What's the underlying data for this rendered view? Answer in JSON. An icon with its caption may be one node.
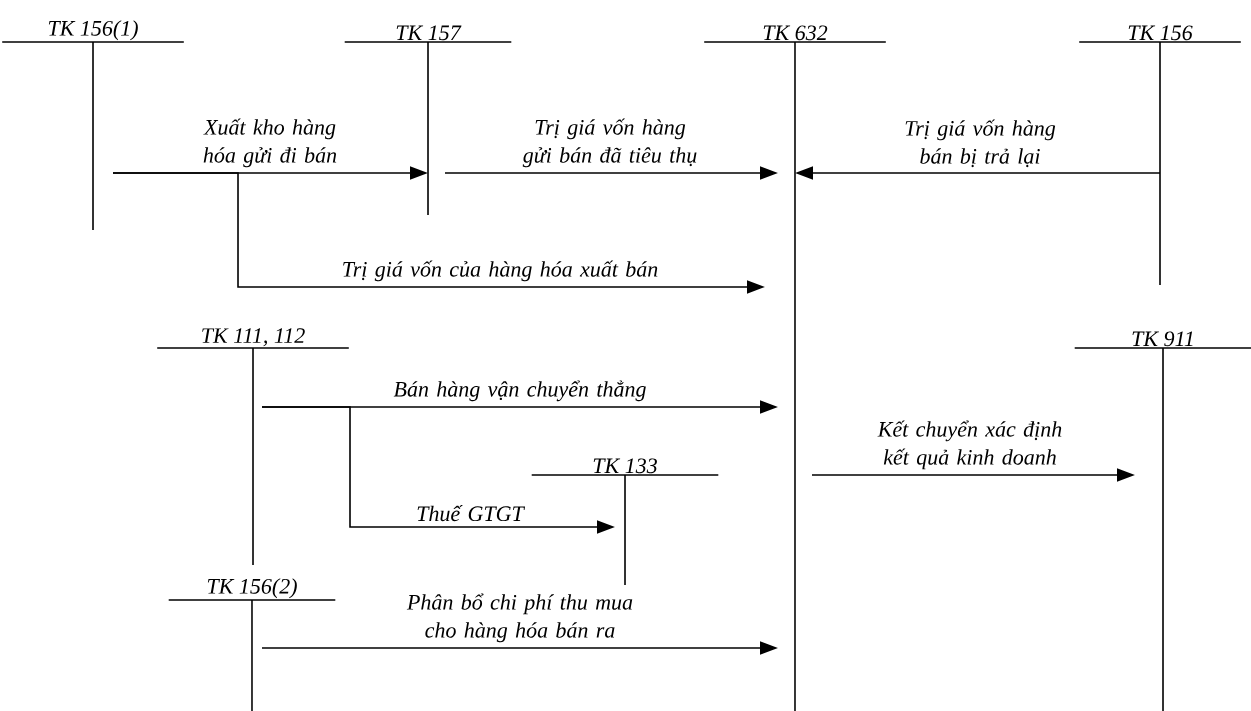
{
  "diagram": {
    "nodes": [
      {
        "text": [
          "TK 156(1)"
        ]
      },
      {
        "text": [
          "TK 157"
        ]
      },
      {
        "text": [
          "TK 632"
        ]
      },
      {
        "text": [
          "TK 156"
        ]
      },
      {
        "text": [
          "TK 111, 112"
        ]
      },
      {
        "text": [
          "TK 911"
        ]
      },
      {
        "text": [
          "TK 133"
        ]
      },
      {
        "text": [
          "TK 156(2)"
        ]
      }
    ],
    "edges": [
      {
        "from": 0,
        "to": 1,
        "arrow": "to",
        "label": "Xuất kho hàng hóa gửi đi bán"
      },
      {
        "from": 0,
        "to": 2,
        "arrow": "to",
        "label": "Trị giá vốn của hàng hóa xuất bán"
      },
      {
        "from": 1,
        "to": 2,
        "arrow": "to",
        "label": "Trị giá vốn hàng gửi bán đã tiêu thụ"
      },
      {
        "from": 3,
        "to": 2,
        "arrow": "to",
        "label": "Trị giá vốn hàng bán bị trả lại"
      },
      {
        "from": 4,
        "to": 2,
        "arrow": "to",
        "label": "Bán hàng vận chuyển thẳng"
      },
      {
        "from": 4,
        "to": 6,
        "arrow": "to",
        "label": "Thuế GTGT"
      },
      {
        "from": 2,
        "to": 5,
        "arrow": "to",
        "label": "Kết chuyển xác định kết quả kinh doanh"
      },
      {
        "from": 7,
        "to": 2,
        "arrow": "to",
        "label": "Phân bổ chi phí thu mua cho hàng hóa bán ra"
      }
    ]
  }
}
